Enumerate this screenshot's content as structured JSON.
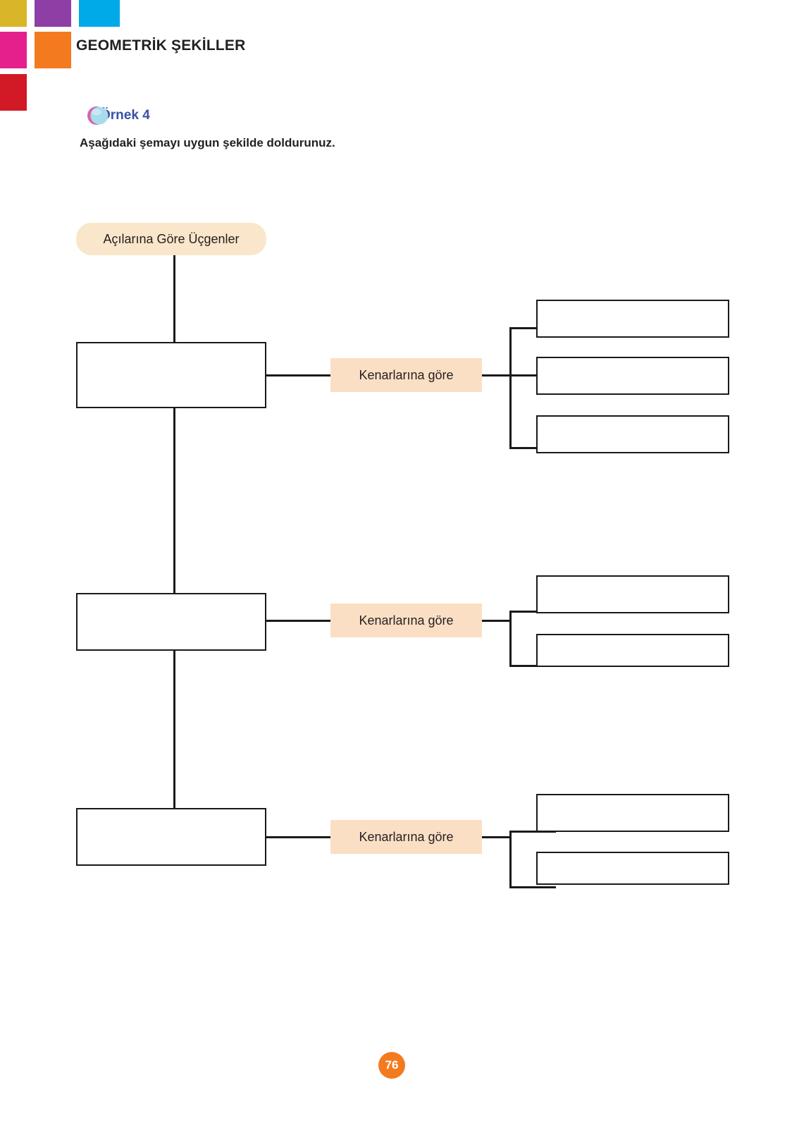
{
  "header": {
    "title": "GEOMETRİK ŞEKİLLER",
    "swatches": [
      {
        "name": "yellow",
        "color": "#d9b528"
      },
      {
        "name": "purple",
        "color": "#8e3fa5"
      },
      {
        "name": "cyan",
        "color": "#00a9e8"
      },
      {
        "name": "pink",
        "color": "#e5208c"
      },
      {
        "name": "orange",
        "color": "#f47a20"
      },
      {
        "name": "red",
        "color": "#d21a26"
      }
    ]
  },
  "example": {
    "icon": "example-bubble-icon",
    "label": "Örnek 4",
    "instruction": "Aşağıdaki şemayı uygun şekilde doldurunuz."
  },
  "diagram": {
    "root": {
      "label": "Açılarına Göre Üçgenler"
    },
    "branches": [
      {
        "primary": {
          "label": ""
        },
        "tag": {
          "label": "Kenarlarına göre"
        },
        "leaves": [
          {
            "label": ""
          },
          {
            "label": ""
          },
          {
            "label": ""
          }
        ]
      },
      {
        "primary": {
          "label": ""
        },
        "tag": {
          "label": "Kenarlarına göre"
        },
        "leaves": [
          {
            "label": ""
          },
          {
            "label": ""
          }
        ]
      },
      {
        "primary": {
          "label": ""
        },
        "tag": {
          "label": "Kenarlarına göre"
        },
        "leaves": [
          {
            "label": ""
          },
          {
            "label": ""
          }
        ]
      }
    ],
    "colors": {
      "root_fill": "#fae6ca",
      "tag_fill": "#fbdfc4",
      "line": "#1a1a1a",
      "blank_fill": "#ffffff"
    }
  },
  "footer": {
    "page_number": "76",
    "page_number_color": "#f47a20"
  }
}
